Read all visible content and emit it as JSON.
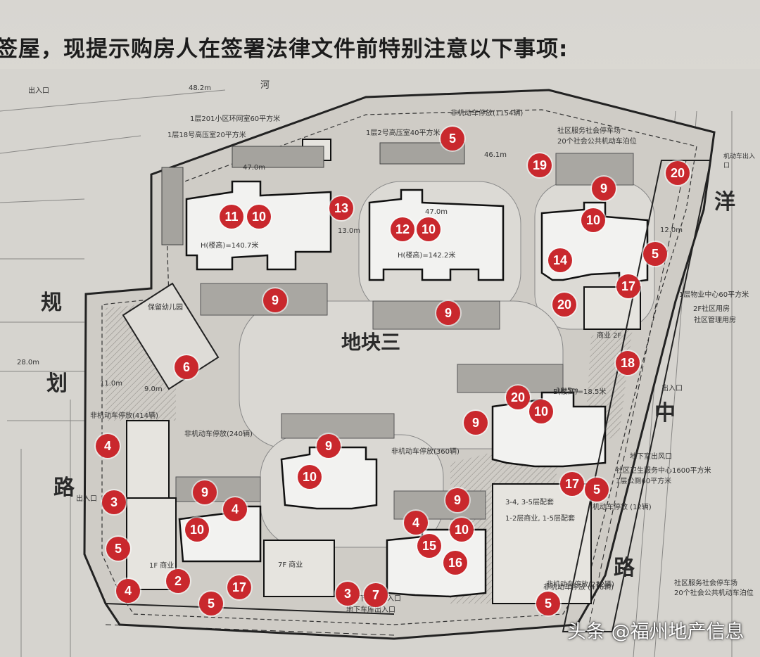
{
  "header": {
    "text": "签屋，现提示购房人在签署法律文件前特别注意以下事项:"
  },
  "plot": {
    "center_label": "地块三",
    "road_west": [
      "规",
      "划",
      "路"
    ],
    "road_east": [
      "洋",
      "中",
      "路"
    ],
    "top_label": "河",
    "entrance_label": "出入口",
    "ne_label": "机动车出入口",
    "underground_entry": "地下车库出入口"
  },
  "annotations": [
    "1层2号高压室40平方米",
    "1层18号高压室20平方米",
    "1层201小区环网室60平方米",
    "非机动车停放(1154辆)",
    "社区服务社会停车场",
    "20个社会公共机动车泊位",
    "1层物业中心60平方米",
    "2F社区用房",
    "社区管理用房",
    "非机动车停放(240辆)",
    "非机动车停放(360辆)",
    "非机动车停放(272辆)",
    "非机动车停放(414辆)",
    "保留幼儿园",
    "商业 2F",
    "1F 商业",
    "7F 商业",
    "地下车库出入口",
    "地下室出风口",
    "社区卫生服务中心1600平方米",
    "1层公厕60平方米",
    "3-4, 3-5层配套",
    "1-2层商业, 1-5层配套",
    "机动车停放 (12辆)",
    "非机动车停放 (416辆)",
    "社区服务社会停车场",
    "20个社会公共机动车泊位",
    "47.0m",
    "47.0m",
    "46.1m",
    "48.2m",
    "28.0m",
    "18.5m",
    "13.0m",
    "12.0m",
    "11.0m",
    "9.0m",
    "B(楼高)=18.5米",
    "H(楼高)=140.7米",
    "H(楼高)=142.2米"
  ],
  "markers": [
    {
      "n": "5"
    },
    {
      "n": "19"
    },
    {
      "n": "20"
    },
    {
      "n": "9"
    },
    {
      "n": "11"
    },
    {
      "n": "10"
    },
    {
      "n": "13"
    },
    {
      "n": "12"
    },
    {
      "n": "10"
    },
    {
      "n": "10"
    },
    {
      "n": "5"
    },
    {
      "n": "14"
    },
    {
      "n": "17"
    },
    {
      "n": "20"
    },
    {
      "n": "9"
    },
    {
      "n": "9"
    },
    {
      "n": "6"
    },
    {
      "n": "18"
    },
    {
      "n": "20"
    },
    {
      "n": "10"
    },
    {
      "n": "9"
    },
    {
      "n": "9"
    },
    {
      "n": "4"
    },
    {
      "n": "10"
    },
    {
      "n": "17"
    },
    {
      "n": "5"
    },
    {
      "n": "3"
    },
    {
      "n": "9"
    },
    {
      "n": "4"
    },
    {
      "n": "9"
    },
    {
      "n": "4"
    },
    {
      "n": "10"
    },
    {
      "n": "10"
    },
    {
      "n": "5"
    },
    {
      "n": "15"
    },
    {
      "n": "16"
    },
    {
      "n": "2"
    },
    {
      "n": "4"
    },
    {
      "n": "17"
    },
    {
      "n": "5"
    },
    {
      "n": "3"
    },
    {
      "n": "7"
    },
    {
      "n": "5"
    }
  ],
  "watermark": {
    "text": "头条 @福州地产信息"
  },
  "colors": {
    "marker": "#c9282d",
    "building": "#9a9a9a",
    "line": "#2b2b2b"
  }
}
